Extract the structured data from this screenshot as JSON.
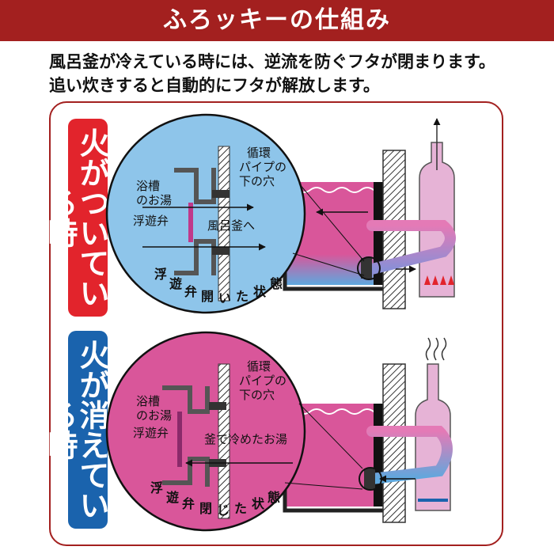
{
  "header": {
    "title": "ふろッキーの仕組み"
  },
  "intro": {
    "line1": "風呂釜が冷えている時には、逆流を防ぐフタが閉まります。",
    "line2": "追い炊きすると自動的にフタが解放します。"
  },
  "panel_top": {
    "side_label": "火がついている時",
    "pipe_hole": [
      "循環",
      "パイプの",
      "下の穴"
    ],
    "bath_water": [
      "浴槽",
      "のお湯"
    ],
    "valve": "浮遊弁",
    "flow_label": "風呂釜へ",
    "state": [
      "浮",
      "遊",
      "弁",
      "開",
      "い",
      "た",
      "状",
      "態"
    ]
  },
  "panel_bottom": {
    "side_label": "火が消えている時",
    "pipe_hole": [
      "循環",
      "パイプの",
      "下の穴"
    ],
    "bath_water": [
      "浴槽",
      "のお湯"
    ],
    "valve": "浮遊弁",
    "flow_label": "釜で冷めたお湯",
    "state": [
      "浮",
      "遊",
      "弁",
      "閉",
      "じ",
      "た",
      "状",
      "態"
    ]
  },
  "colors": {
    "header_bg": "#a3201f",
    "fire_on": "#e2242c",
    "fire_off": "#1a63ad",
    "hot_water": "#d9569a",
    "cold_water": "#5ea8de",
    "heater": "#e6b3d6"
  }
}
